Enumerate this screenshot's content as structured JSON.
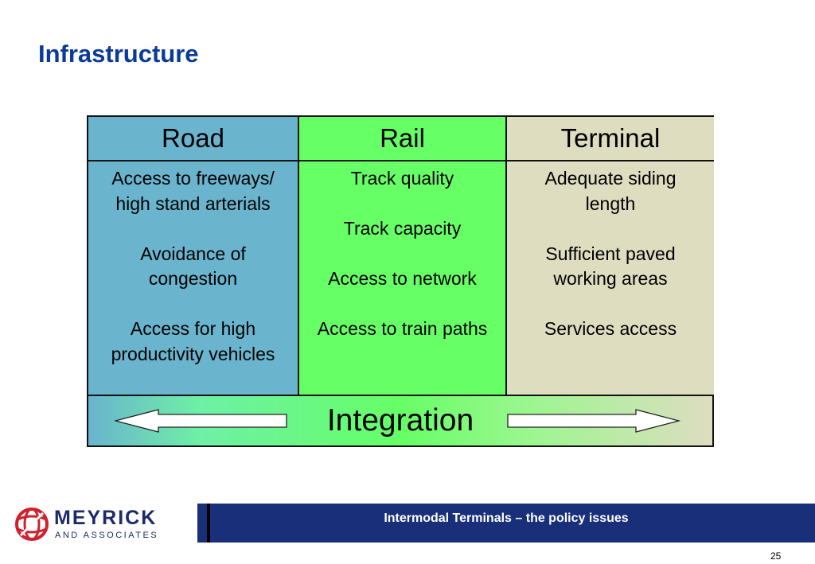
{
  "slide": {
    "title": "Infrastructure",
    "page_number": "25"
  },
  "table": {
    "columns": [
      {
        "header": "Road",
        "lines": [
          "Access to freeways/",
          "high stand arterials",
          "",
          "Avoidance of",
          "congestion",
          "",
          "Access for high",
          "productivity vehicles"
        ],
        "color": "#6ab4ce"
      },
      {
        "header": "Rail",
        "lines": [
          "Track quality",
          "",
          "Track capacity",
          "",
          "Access to network",
          "",
          "Access to train paths"
        ],
        "color": "#66ff66"
      },
      {
        "header": "Terminal",
        "lines": [
          "Adequate siding",
          "length",
          "",
          "Sufficient paved",
          "working areas",
          "",
          "Services access"
        ],
        "color": "#deddc0"
      }
    ],
    "integration_label": "Integration"
  },
  "footer": {
    "title": "Intermodal Terminals – the policy issues",
    "bar_color": "#1a2f7a"
  },
  "logo": {
    "name": "MEYRICK",
    "subtitle": "AND ASSOCIATES",
    "icon": "globe-icon",
    "accent": "#d0202e"
  },
  "colors": {
    "title": "#0b3a9a"
  }
}
